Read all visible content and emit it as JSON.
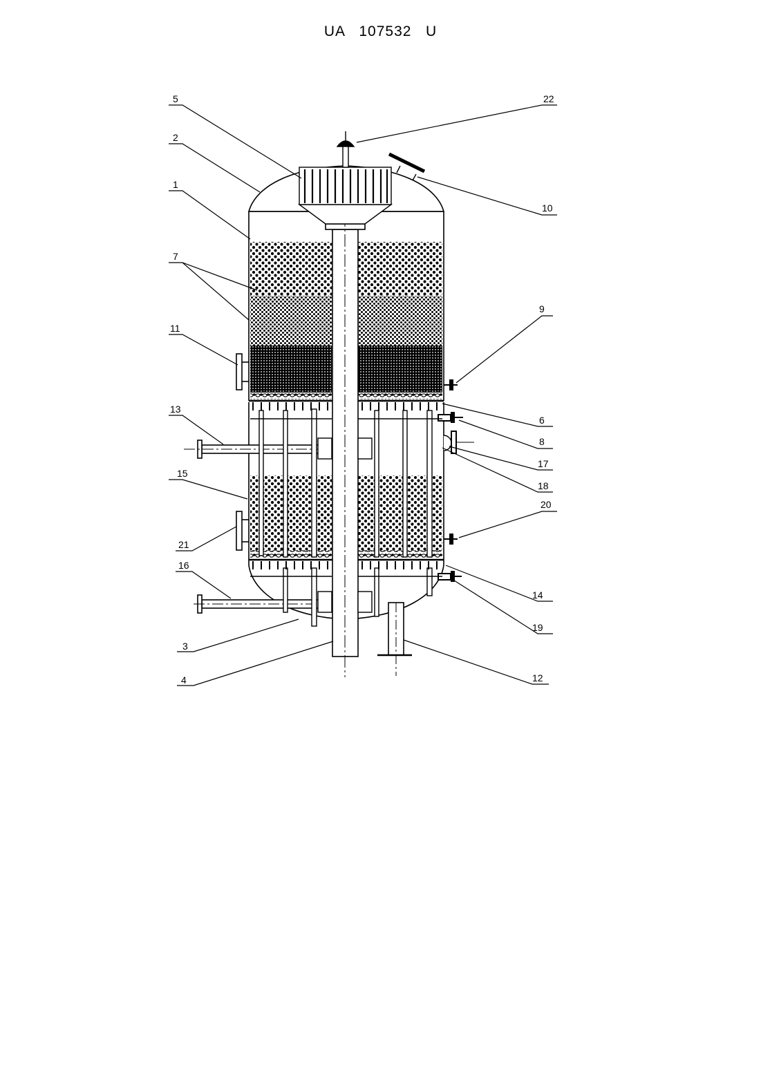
{
  "document": {
    "header": "UA   107532   U"
  },
  "diagram": {
    "callouts": [
      {
        "id": "c1",
        "label": "1"
      },
      {
        "id": "c2",
        "label": "2"
      },
      {
        "id": "c3",
        "label": "3"
      },
      {
        "id": "c4",
        "label": "4"
      },
      {
        "id": "c5",
        "label": "5"
      },
      {
        "id": "c6",
        "label": "6"
      },
      {
        "id": "c7",
        "label": "7"
      },
      {
        "id": "c8",
        "label": "8"
      },
      {
        "id": "c9",
        "label": "9"
      },
      {
        "id": "c10",
        "label": "10"
      },
      {
        "id": "c11",
        "label": "11"
      },
      {
        "id": "c12",
        "label": "12"
      },
      {
        "id": "c13",
        "label": "13"
      },
      {
        "id": "c14",
        "label": "14"
      },
      {
        "id": "c15",
        "label": "15"
      },
      {
        "id": "c16",
        "label": "16"
      },
      {
        "id": "c17",
        "label": "17"
      },
      {
        "id": "c18",
        "label": "18"
      },
      {
        "id": "c19",
        "label": "19"
      },
      {
        "id": "c20",
        "label": "20"
      },
      {
        "id": "c21",
        "label": "21"
      },
      {
        "id": "c22",
        "label": "22"
      }
    ]
  }
}
